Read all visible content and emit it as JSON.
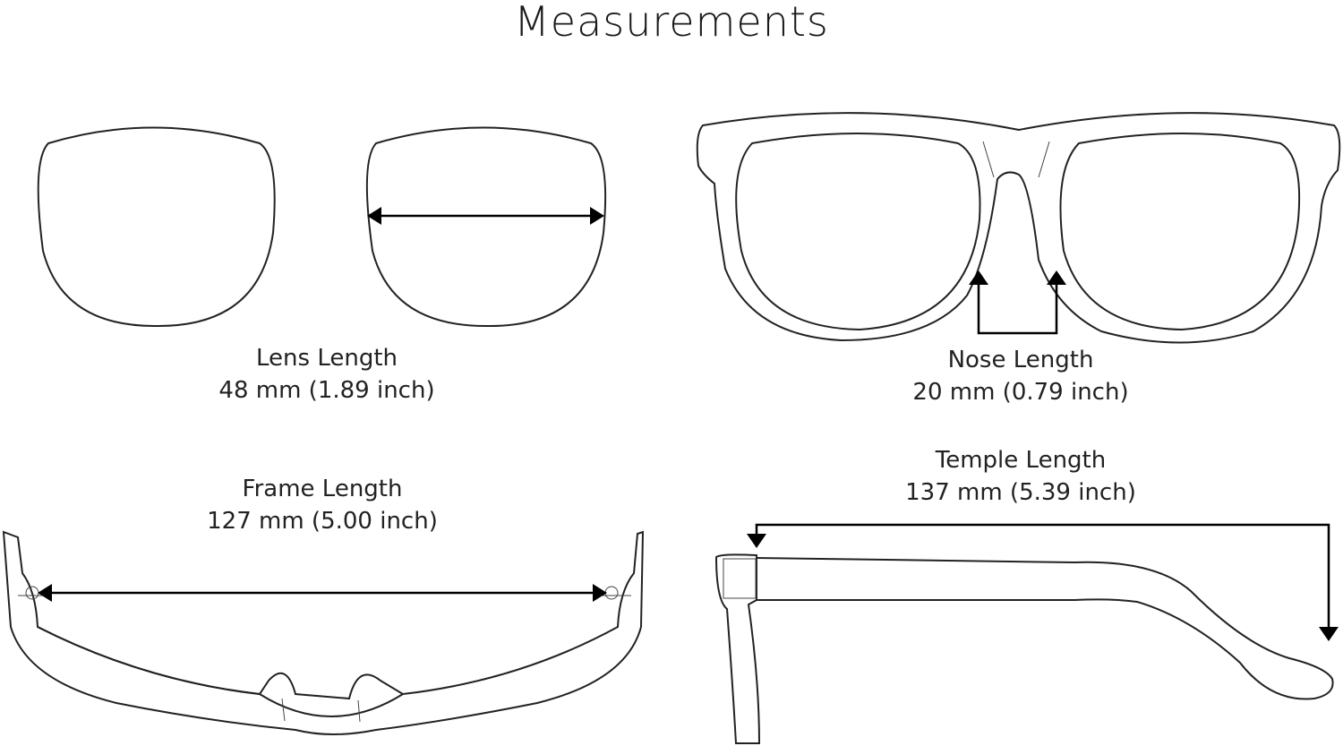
{
  "title": "Measurements",
  "measurements": {
    "lens": {
      "name": "Lens Length",
      "value": "48 mm (1.89 inch)"
    },
    "nose": {
      "name": "Nose Length",
      "value": "20 mm (0.79 inch)"
    },
    "frame": {
      "name": "Frame Length",
      "value": "127 mm (5.00 inch)"
    },
    "temple": {
      "name": "Temple Length",
      "value": "137 mm (5.39 inch)"
    }
  },
  "colors": {
    "line": "#222222",
    "arrow": "#000000",
    "background": "#ffffff"
  }
}
